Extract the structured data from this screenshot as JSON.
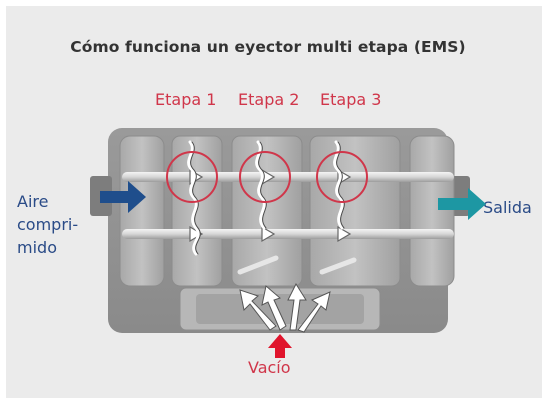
{
  "title": "Cómo funciona un eyector multi etapa (EMS)",
  "stages": [
    "Etapa 1",
    "Etapa 2",
    "Etapa 3"
  ],
  "inlet_label": [
    "Aire",
    "compri-",
    "mido"
  ],
  "outlet_label": "Salida",
  "vacuum_label": "Vacío",
  "colors": {
    "background": "#ebebeb",
    "stage_red": "#d0364a",
    "label_blue": "#2a4b87",
    "arrow_navy": "#1f4e8c",
    "arrow_teal": "#1d97a3",
    "vacuum_arrow": "#e0142c"
  }
}
